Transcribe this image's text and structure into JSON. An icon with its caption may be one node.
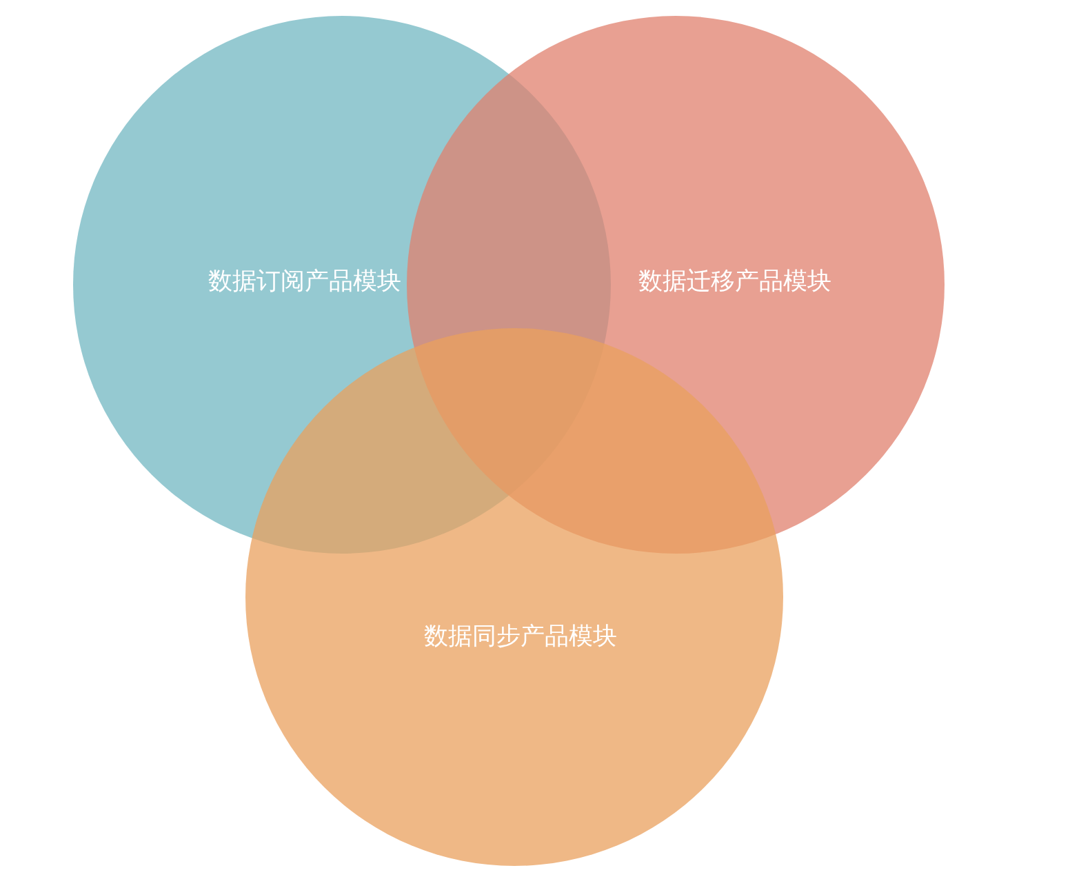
{
  "diagram": {
    "nodes": [
      {
        "text": [
          "数据订阅产品模块"
        ]
      },
      {
        "text": [
          "数据迁移产品模块"
        ]
      },
      {
        "text": [
          "数据同步产品模块"
        ]
      }
    ]
  }
}
